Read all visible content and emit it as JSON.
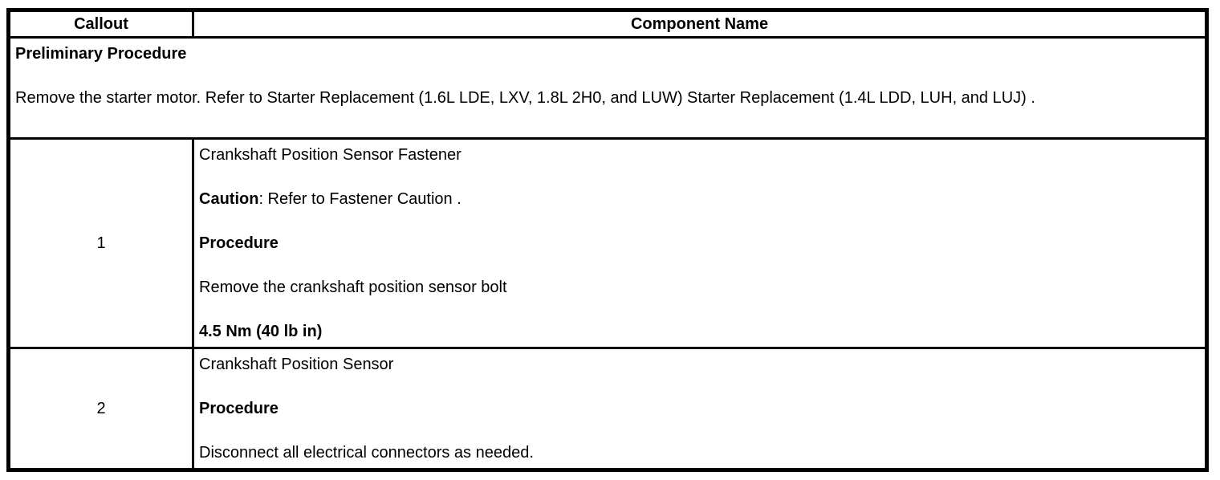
{
  "colors": {
    "background": "#ffffff",
    "border": "#000000",
    "text": "#000000"
  },
  "table": {
    "header": {
      "col1": "Callout",
      "col2": "Component Name"
    },
    "preliminary": {
      "title": "Preliminary Procedure",
      "body": "Remove the starter motor. Refer to Starter Replacement (1.6L LDE, LXV, 1.8L 2H0, and LUW) Starter Replacement (1.4L LDD, LUH, and LUJ) ."
    },
    "rows": [
      {
        "callout": "1",
        "name": "Crankshaft Position Sensor Fastener",
        "caution_label": "Caution",
        "caution_text": ": Refer to Fastener Caution .",
        "procedure_label": "Procedure",
        "procedure_text": "Remove the crankshaft position sensor bolt",
        "torque": "4.5 Nm (40 lb in)"
      },
      {
        "callout": "2",
        "name": "Crankshaft Position Sensor",
        "procedure_label": "Procedure",
        "procedure_text": "Disconnect all electrical connectors as needed."
      }
    ]
  }
}
